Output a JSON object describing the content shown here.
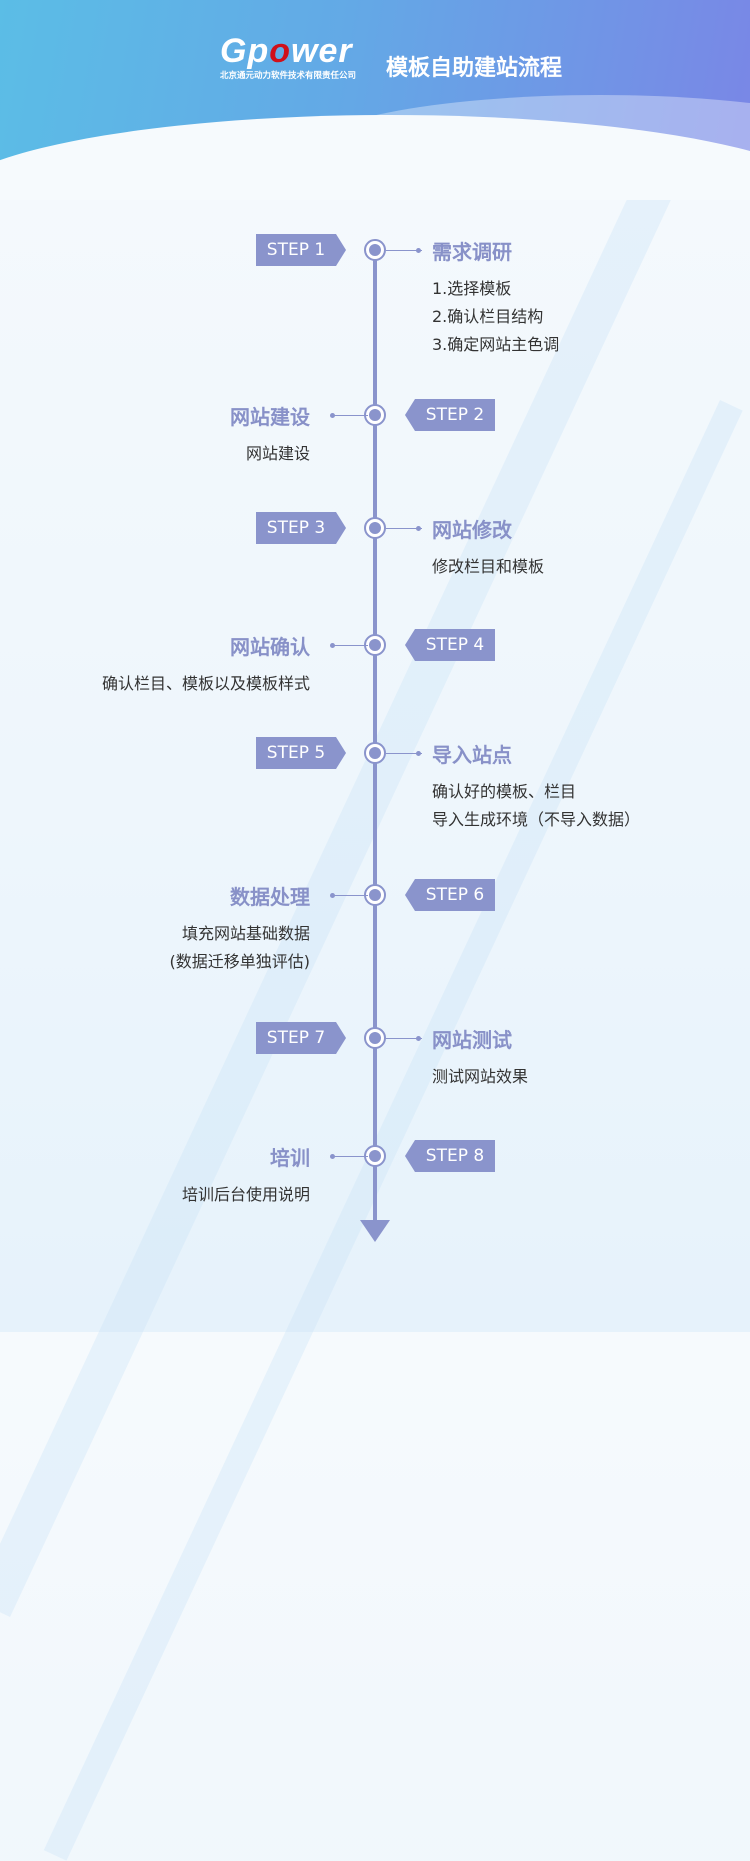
{
  "header": {
    "logo_text": "Gpower",
    "company": "北京通元动力软件技术有限责任公司",
    "title": "模板自助建站流程"
  },
  "steps": [
    {
      "badge": "STEP 1",
      "title": "需求调研",
      "desc": [
        "1.选择模板",
        "2.确认栏目结构",
        "3.确定网站主色调"
      ]
    },
    {
      "badge": "STEP 2",
      "title": "网站建设",
      "desc": [
        "网站建设"
      ]
    },
    {
      "badge": "STEP 3",
      "title": "网站修改",
      "desc": [
        "修改栏目和模板"
      ]
    },
    {
      "badge": "STEP 4",
      "title": "网站确认",
      "desc": [
        "确认栏目、模板以及模板样式"
      ]
    },
    {
      "badge": "STEP 5",
      "title": "导入站点",
      "desc": [
        "确认好的模板、栏目",
        "导入生成环境（不导入数据）"
      ]
    },
    {
      "badge": "STEP 6",
      "title": "数据处理",
      "desc": [
        "填充网站基础数据",
        "(数据迁移单独评估)"
      ]
    },
    {
      "badge": "STEP 7",
      "title": "网站测试",
      "desc": [
        "测试网站效果"
      ]
    },
    {
      "badge": "STEP 8",
      "title": "培训",
      "desc": [
        "培训后台使用说明"
      ]
    }
  ]
}
